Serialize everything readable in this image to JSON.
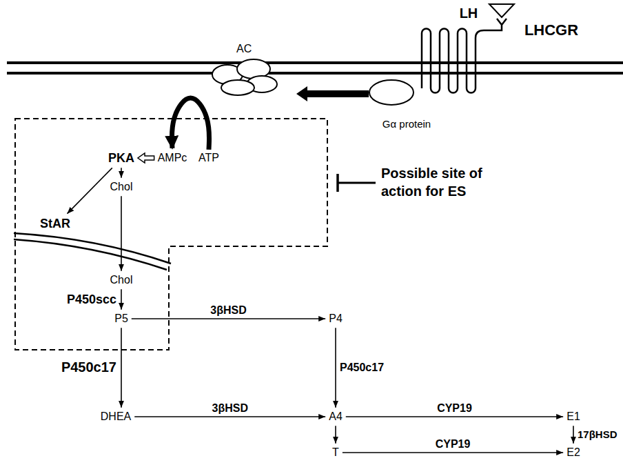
{
  "diagram": {
    "nodes": [
      {
        "text": [
          "LH"
        ]
      },
      {
        "text": [
          "LHCGR"
        ]
      },
      {
        "text": [
          "AC"
        ]
      },
      {
        "text": [
          "Gα protein"
        ]
      },
      {
        "text": [
          "PKA"
        ]
      },
      {
        "text": [
          "AMPc"
        ]
      },
      {
        "text": [
          "ATP"
        ]
      },
      {
        "text": [
          "Chol"
        ]
      },
      {
        "text": [
          "StAR"
        ]
      },
      {
        "text": [
          "Chol"
        ]
      },
      {
        "text": [
          "P5"
        ]
      },
      {
        "text": [
          "P4"
        ]
      },
      {
        "text": [
          "DHEA"
        ]
      },
      {
        "text": [
          "A4"
        ]
      },
      {
        "text": [
          "E1"
        ]
      },
      {
        "text": [
          "T"
        ]
      },
      {
        "text": [
          "E2"
        ]
      }
    ],
    "edges": [
      {
        "from": 3,
        "to": 2,
        "arrow": "to"
      },
      {
        "from": 6,
        "to": 5,
        "arrow": "to"
      },
      {
        "from": 5,
        "to": 4,
        "arrow": "to"
      },
      {
        "from": 4,
        "to": 7,
        "arrow": "to"
      },
      {
        "from": 4,
        "to": 8,
        "arrow": "to"
      },
      {
        "from": 7,
        "to": 9,
        "arrow": "to"
      },
      {
        "from": 9,
        "to": 10,
        "label": "P450scc",
        "arrow": "to"
      },
      {
        "from": 10,
        "to": 11,
        "label": "3βHSD",
        "arrow": "to"
      },
      {
        "from": 10,
        "to": 12,
        "label": "P450c17",
        "arrow": "to"
      },
      {
        "from": 12,
        "to": 13,
        "label": "3βHSD",
        "arrow": "to"
      },
      {
        "from": 11,
        "to": 13,
        "label": "P450c17",
        "arrow": "to"
      },
      {
        "from": 13,
        "to": 14,
        "label": "CYP19",
        "arrow": "to"
      },
      {
        "from": 13,
        "to": 15,
        "arrow": "to"
      },
      {
        "from": 15,
        "to": 16,
        "label": "CYP19",
        "arrow": "to"
      },
      {
        "from": 14,
        "to": 16,
        "label": "17βHSD",
        "arrow": "to"
      }
    ],
    "labels": [
      "Possible site of action for ES"
    ]
  }
}
